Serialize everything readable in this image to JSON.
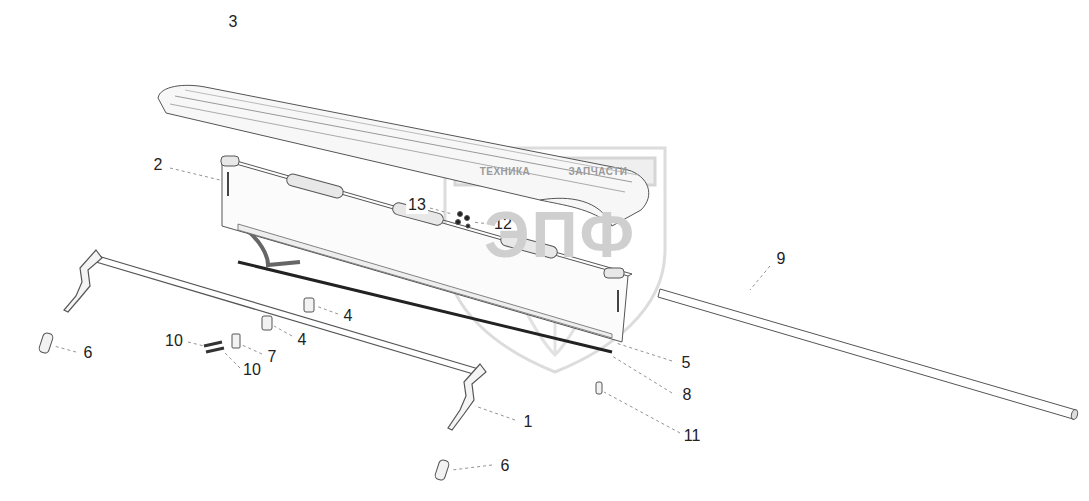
{
  "diagram": {
    "labels": [
      "3",
      "2",
      "13",
      "12",
      "9",
      "4",
      "5",
      "10",
      "4",
      "7",
      "10",
      "6",
      "8",
      "1",
      "11",
      "6",
      "ТЕХНИКА",
      "ЗАПЧАСТИ",
      "ЭПФ"
    ]
  }
}
